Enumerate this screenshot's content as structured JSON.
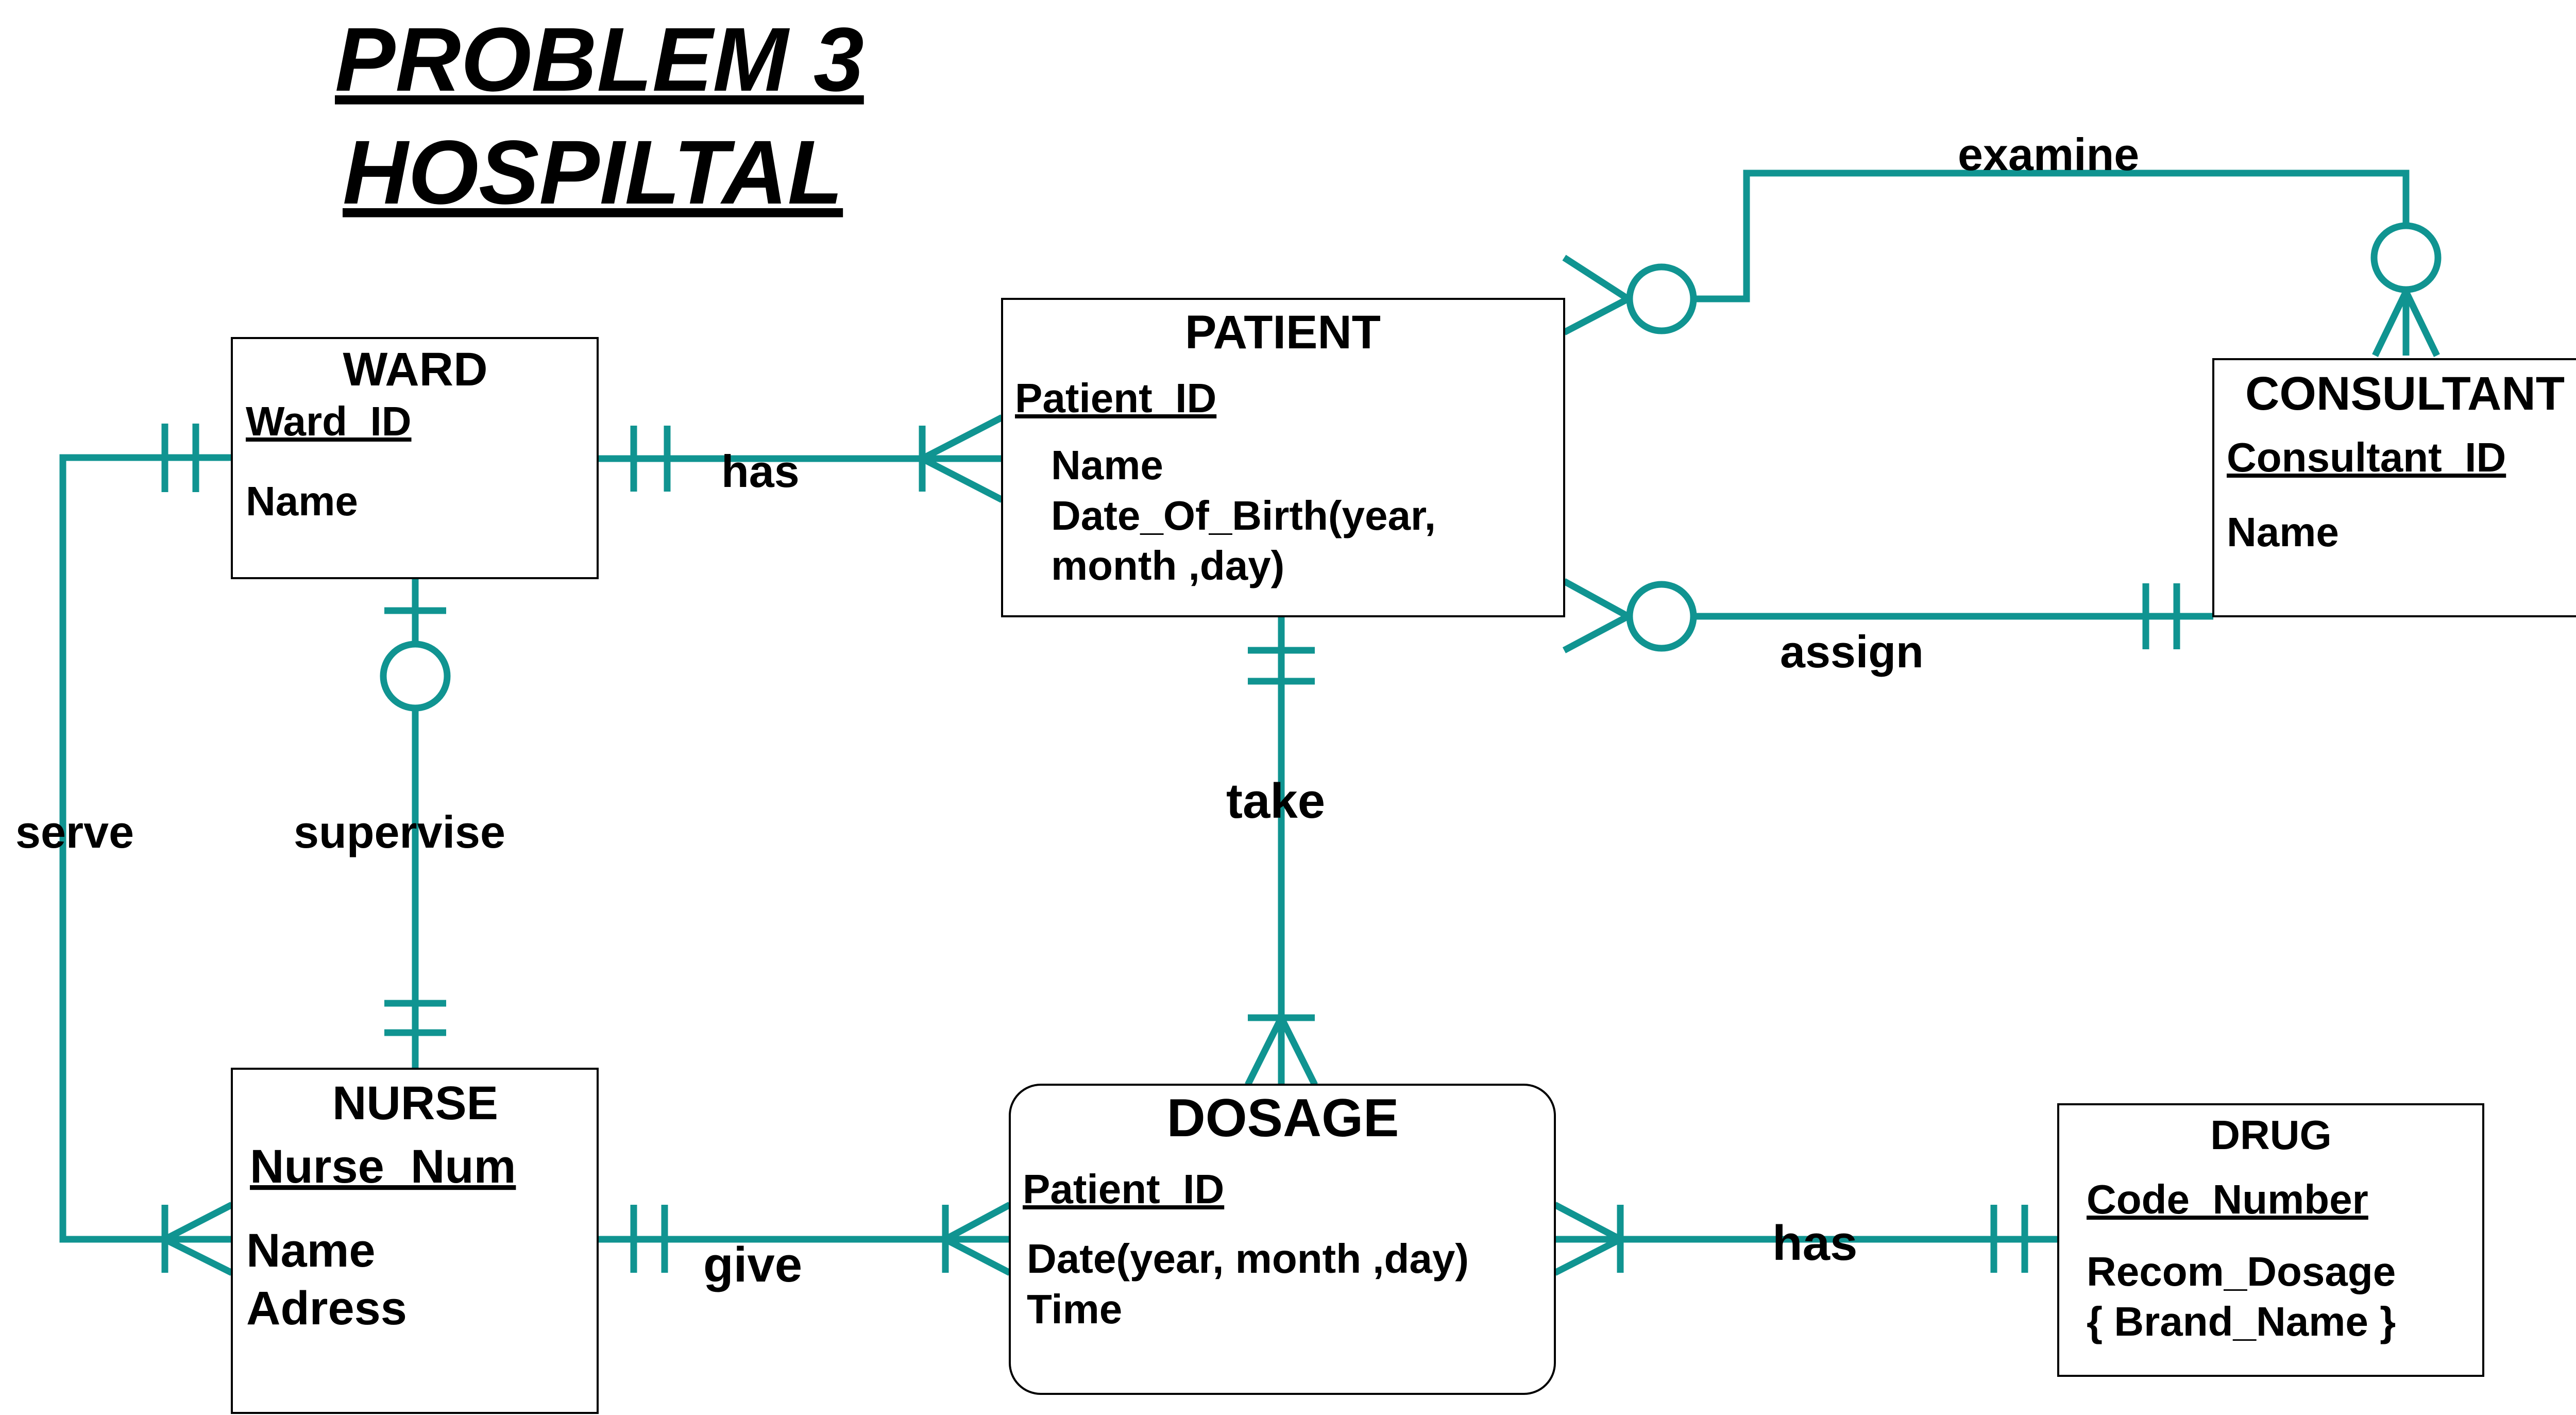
{
  "title": {
    "line1": "PROBLEM 3",
    "line2": "HOSPILTAL"
  },
  "entities": {
    "ward": {
      "name": "WARD",
      "key": "Ward_ID",
      "attrs": [
        "Name"
      ]
    },
    "patient": {
      "name": "PATIENT",
      "key": "Patient_ID",
      "attrs": [
        "Name",
        "Date_Of_Birth(year,",
        "month ,day)"
      ]
    },
    "consultant": {
      "name": "CONSULTANT",
      "key": "Consultant_ID",
      "attrs": [
        "Name"
      ]
    },
    "nurse": {
      "name": "NURSE",
      "key": "Nurse_Num",
      "attrs": [
        "Name",
        "Adress"
      ]
    },
    "dosage": {
      "name": "DOSAGE",
      "key": "Patient_ID",
      "attrs": [
        "Date(year, month ,day)",
        "Time"
      ]
    },
    "drug": {
      "name": "DRUG",
      "key": "Code_Number",
      "attrs": [
        "Recom_Dosage",
        "{ Brand_Name }"
      ]
    }
  },
  "relationships": {
    "ward_patient": "has",
    "patient_consultant_examine": "examine",
    "patient_consultant_assign": "assign",
    "ward_nurse_serve": "serve",
    "ward_nurse_supervise": "supervise",
    "patient_dosage": "take",
    "nurse_dosage": "give",
    "dosage_drug": "has"
  },
  "colors": {
    "relationship_line": "#109491",
    "entity_border": "#000000",
    "text": "#000000"
  }
}
